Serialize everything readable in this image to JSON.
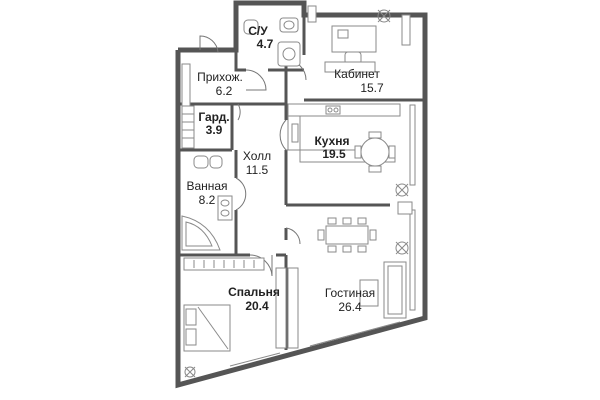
{
  "rooms": [
    {
      "id": "su",
      "name": "С/У",
      "area": "4.7",
      "bold": true
    },
    {
      "id": "cabinet",
      "name": "Кабинет",
      "area": "15.7",
      "bold": false
    },
    {
      "id": "hall-in",
      "name": "Прихож.",
      "area": "6.2",
      "bold": false
    },
    {
      "id": "wardrobe",
      "name": "Гард.",
      "area": "3.9",
      "bold": true
    },
    {
      "id": "kitchen",
      "name": "Кухня",
      "area": "19.5",
      "bold": true
    },
    {
      "id": "hall",
      "name": "Холл",
      "area": "11.5",
      "bold": false
    },
    {
      "id": "bath",
      "name": "Ванная",
      "area": "8.2",
      "bold": false
    },
    {
      "id": "bedroom",
      "name": "Спальня",
      "area": "20.4",
      "bold": true
    },
    {
      "id": "living",
      "name": "Гостиная",
      "area": "26.4",
      "bold": false
    }
  ]
}
